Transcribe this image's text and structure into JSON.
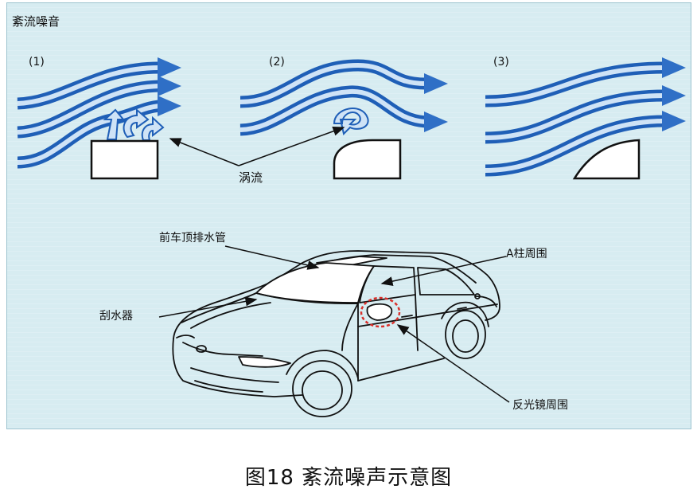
{
  "panel": {
    "title": "紊流噪音",
    "flows": [
      {
        "label": "(1)"
      },
      {
        "label": "(2)"
      },
      {
        "label": "(3)"
      }
    ],
    "vortex_label": "涡流",
    "car_labels": {
      "roof_drain": "前车顶排水管",
      "a_pillar": "A柱周围",
      "wiper": "刮水器",
      "mirror": "反光镜周围"
    },
    "colors": {
      "arrow_blue": "#2f6fc6",
      "background": "#d7ecf1",
      "highlight_circle": "#d9302b"
    }
  },
  "caption": "图18 紊流噪声示意图"
}
